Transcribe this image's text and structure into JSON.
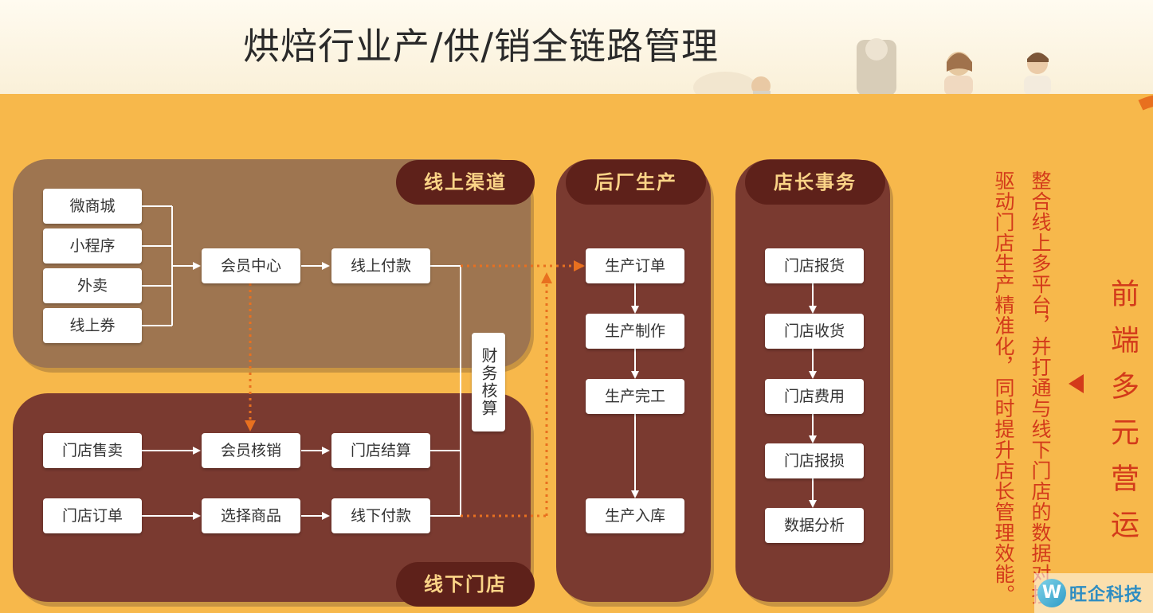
{
  "title": "烘焙行业产/供/销全链路管理",
  "panels": {
    "online": "线上渠道",
    "offline": "线下门店",
    "factory": "后厂生产",
    "manager": "店长事务"
  },
  "online_nodes": {
    "mall": "微商城",
    "miniprogram": "小程序",
    "delivery": "外卖",
    "coupon": "线上券",
    "member_center": "会员中心",
    "online_payment": "线上付款"
  },
  "offline_nodes": {
    "store_sales": "门店售卖",
    "store_order": "门店订单",
    "member_verify": "会员核销",
    "select_goods": "选择商品",
    "store_settlement": "门店结算",
    "offline_payment": "线下付款"
  },
  "finance": "财务核算",
  "factory_nodes": [
    "生产订单",
    "生产制作",
    "生产完工",
    "生产入库"
  ],
  "manager_nodes": [
    "门店报货",
    "门店收货",
    "门店费用",
    "门店报损",
    "数据分析"
  ],
  "side_text_1": "整合线上多平台，并打通与线下门店的数据对接",
  "side_text_2": "驱动门店生产精准化，同时提升店长管理效能。",
  "big_text": "前端多元营运",
  "brand": {
    "icon": "W",
    "name": "旺企科技"
  },
  "colors": {
    "accent": "#D33A1A",
    "band": "#F7B84B",
    "panel_dark": "#7A3A30",
    "dotted_arrow": "#E8701F"
  }
}
